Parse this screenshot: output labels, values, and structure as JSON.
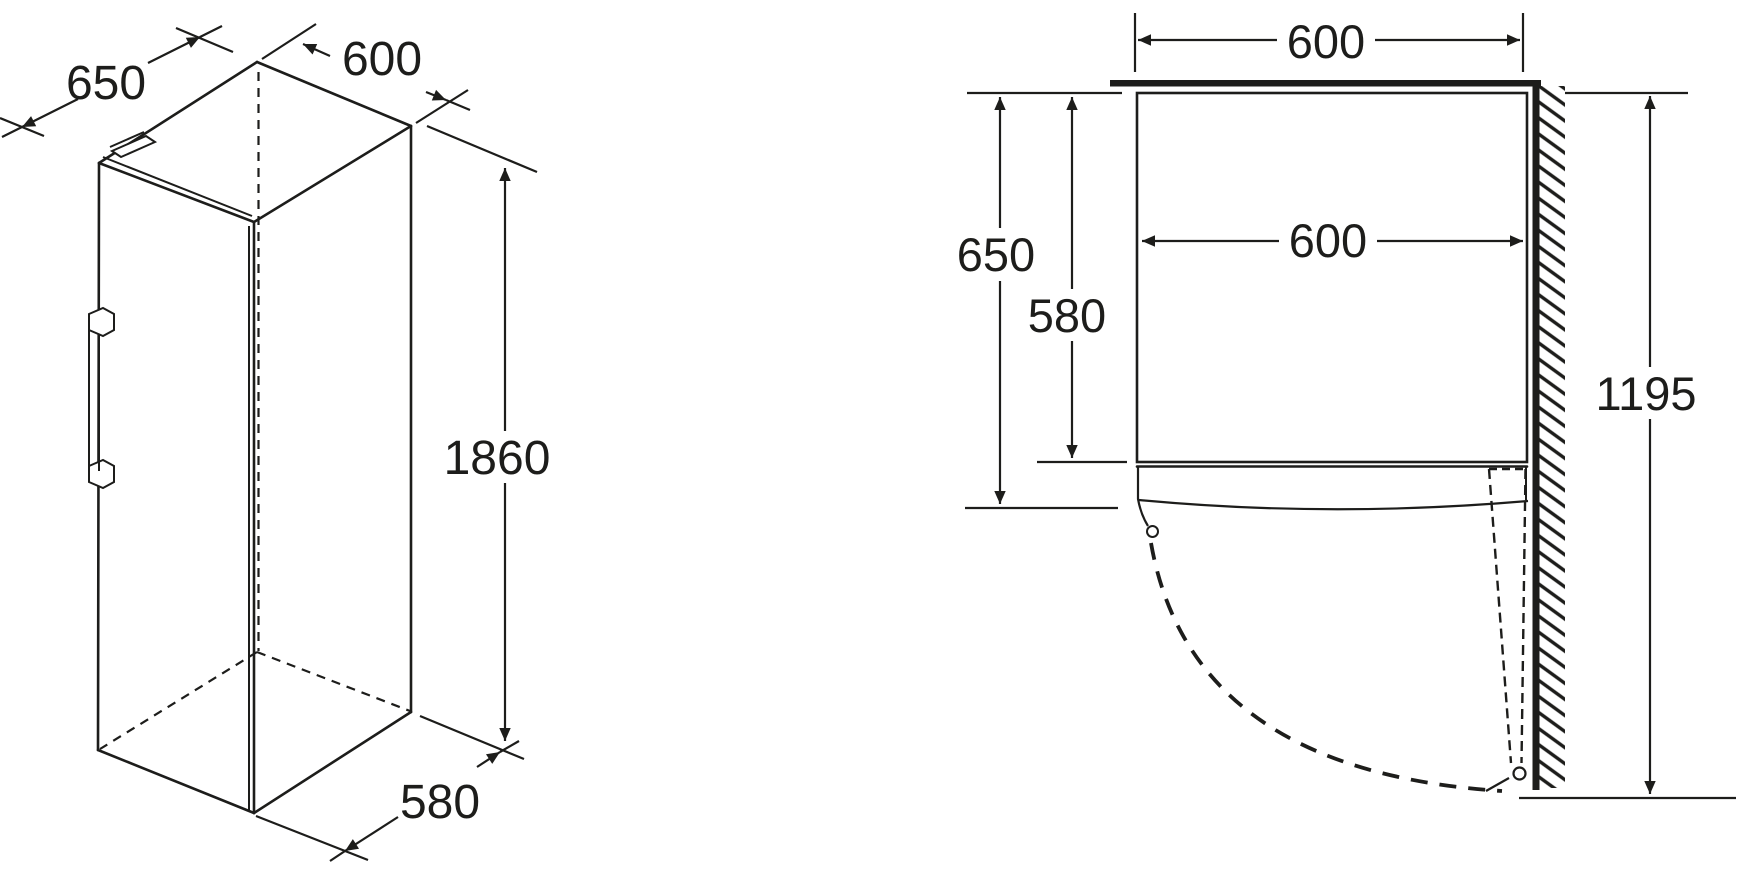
{
  "diagram": {
    "type": "appliance-dimension-drawing",
    "left_view": {
      "labels": {
        "depth": "650",
        "width": "600",
        "height": "1860",
        "bottom_depth": "580"
      }
    },
    "right_view": {
      "labels": {
        "top_width": "600",
        "inner_width": "600",
        "left_depth": "650",
        "left_inner_depth": "580",
        "door_clearance": "1195"
      }
    }
  },
  "colors": {
    "line": "#1d1d1b",
    "background": "#ffffff"
  }
}
